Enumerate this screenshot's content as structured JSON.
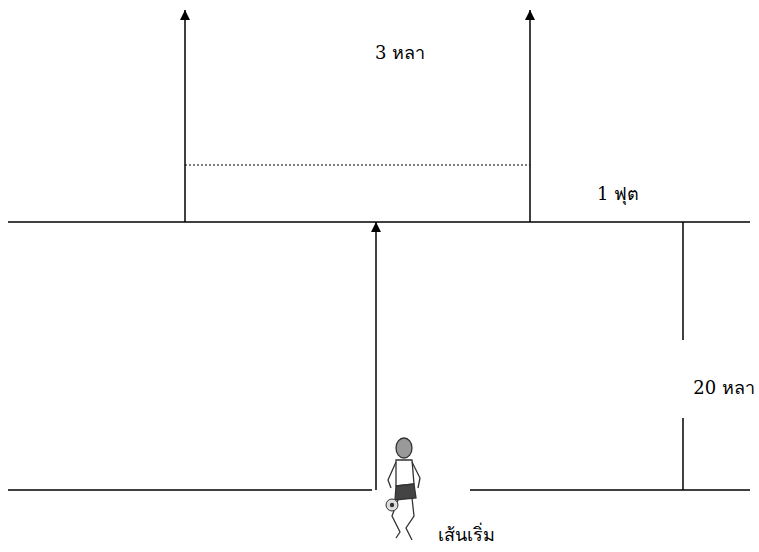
{
  "diagram": {
    "labels": [
      "3 หลา",
      "1 ฟุต",
      "20 หลา",
      "เส้นเริ่ม"
    ]
  }
}
